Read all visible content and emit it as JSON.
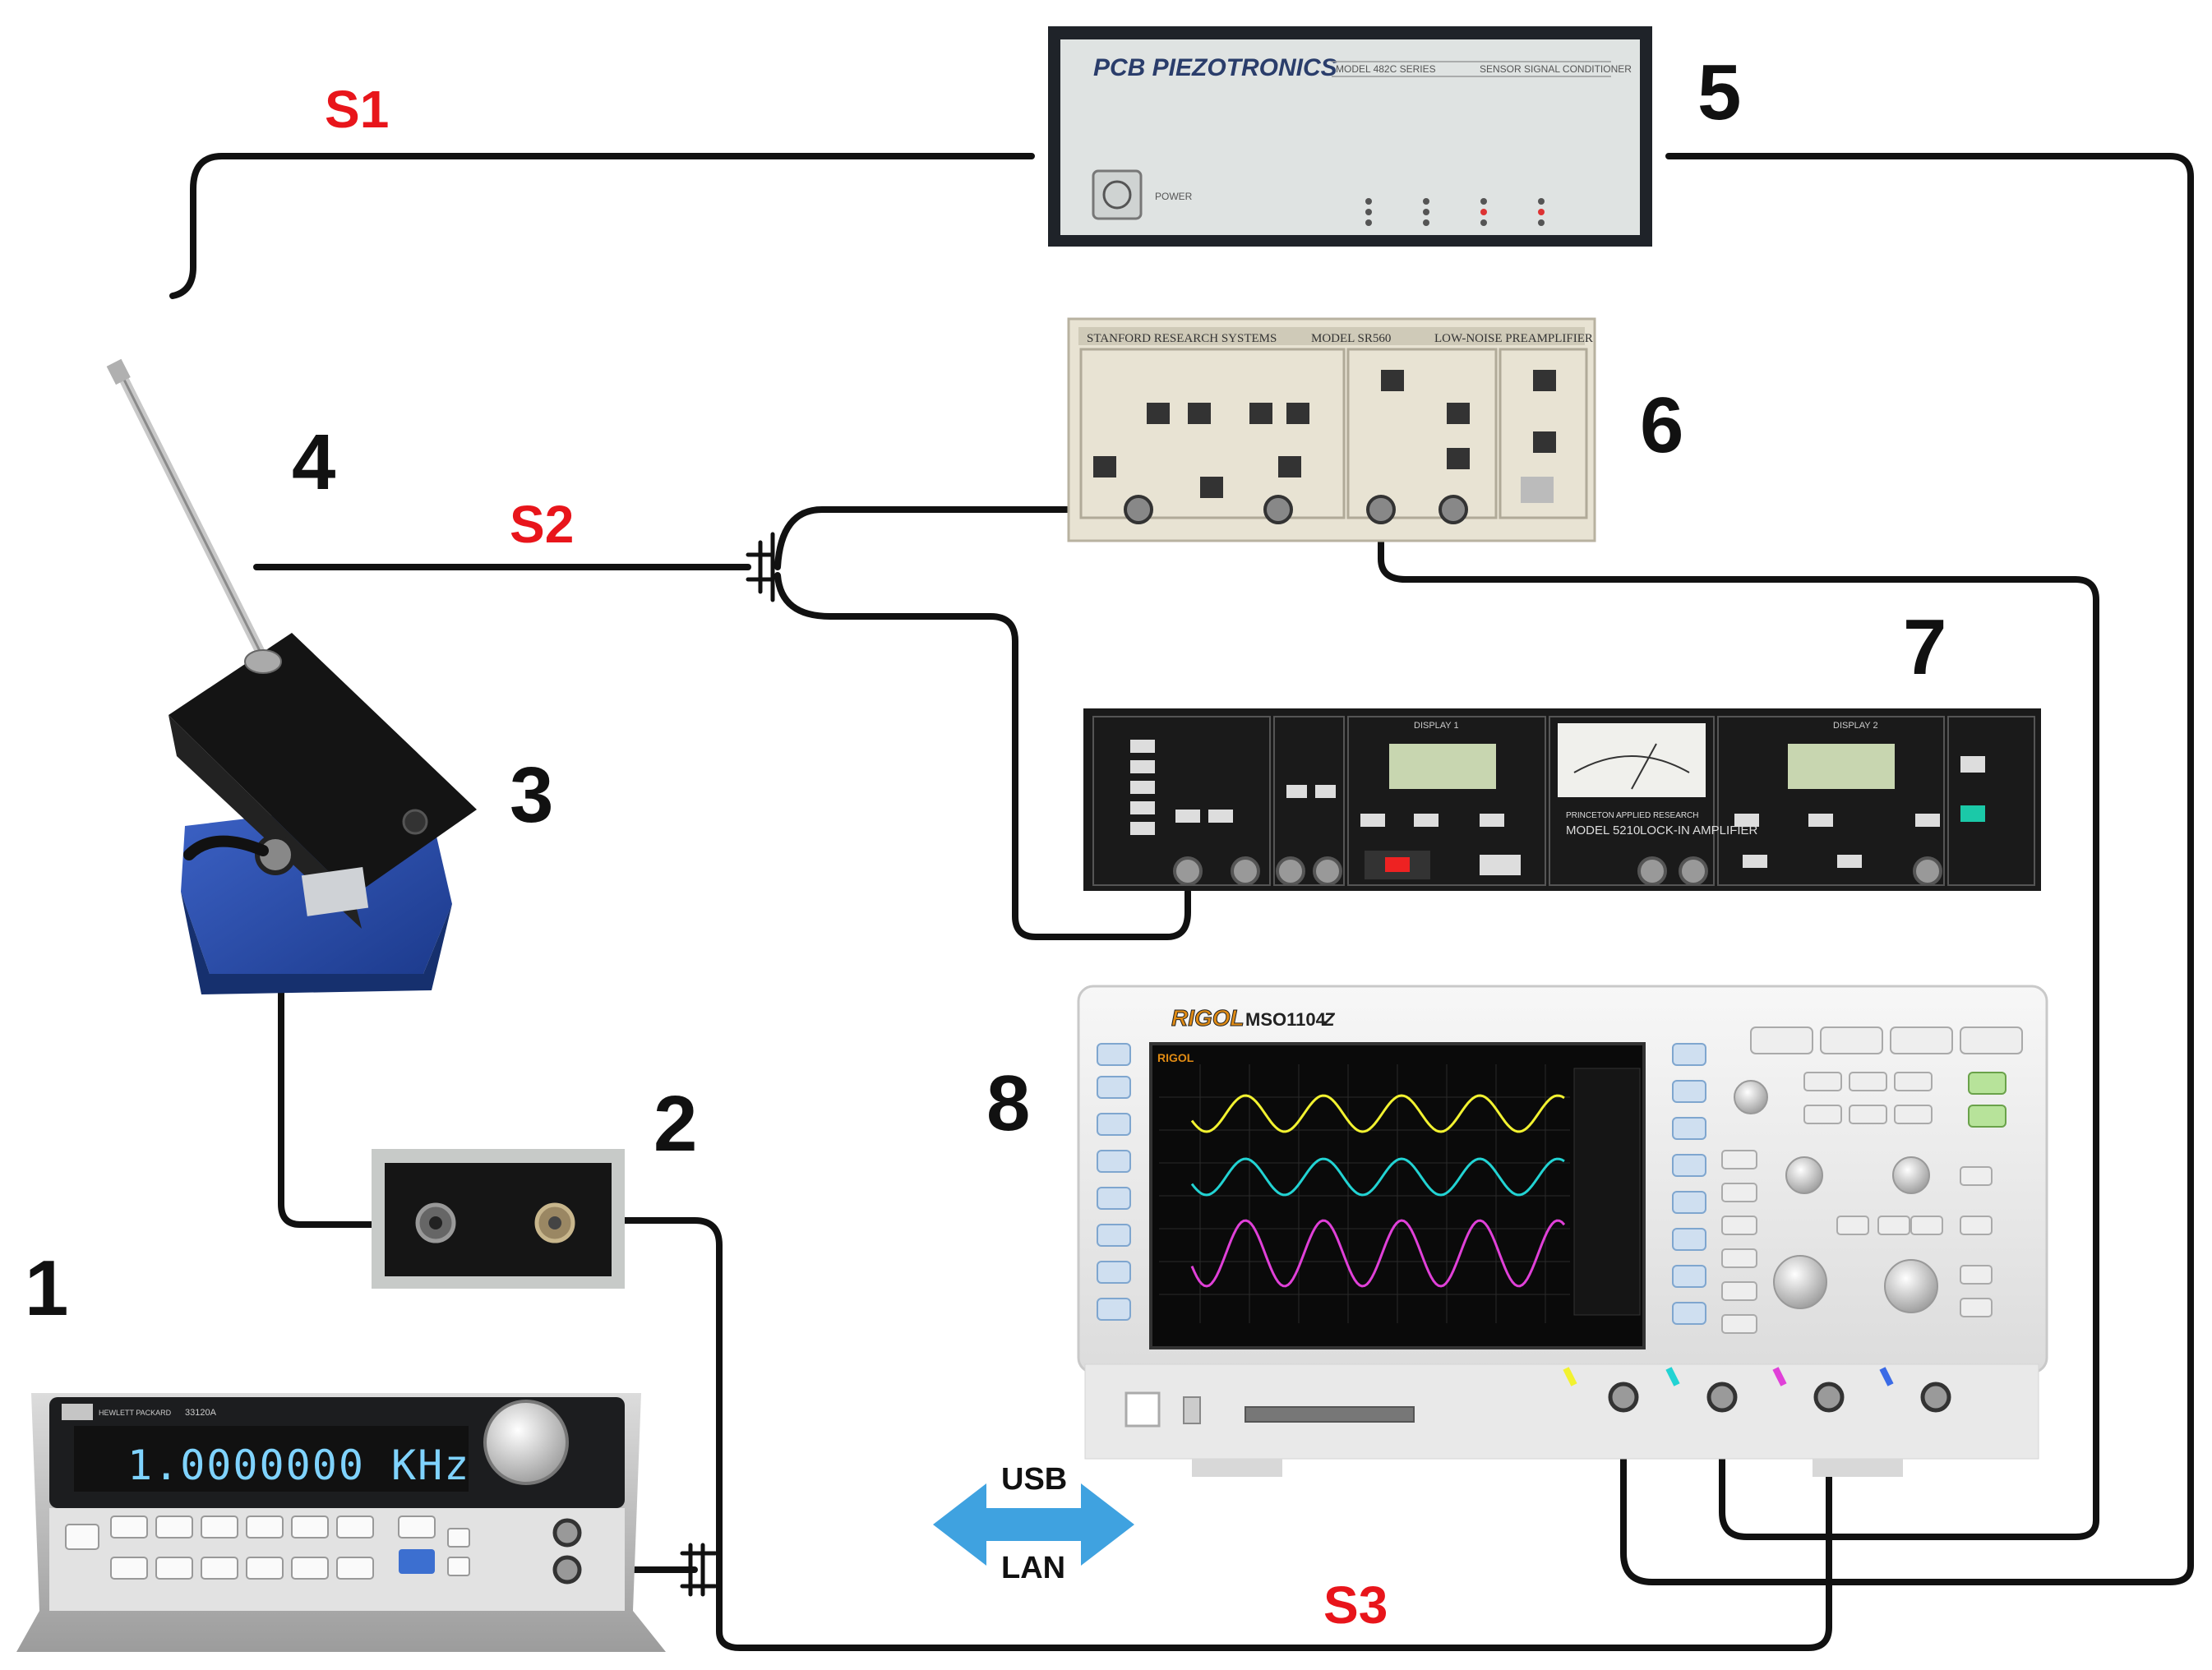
{
  "labels": {
    "n1": "1",
    "n2": "2",
    "n3": "3",
    "n4": "4",
    "n5": "5",
    "n6": "6",
    "n7": "7",
    "n8": "8",
    "s1": "S1",
    "s2": "S2",
    "s3": "S3"
  },
  "devices": {
    "signal_conditioner": {
      "brand": "PCB PIEZOTRONICS",
      "model": "MODEL 482C SERIES",
      "caption": "SENSOR SIGNAL CONDITIONER",
      "power": "POWER"
    },
    "preamplifier": {
      "brand": "STANFORD RESEARCH SYSTEMS",
      "model": "MODEL SR560",
      "caption": "LOW-NOISE PREAMPLIFIER"
    },
    "lockin": {
      "brand": "PRINCETON APPLIED RESEARCH",
      "model": "MODEL 5210",
      "caption": "LOCK-IN AMPLIFIER",
      "display1": "DISPLAY 1",
      "display2": "DISPLAY 2"
    },
    "oscilloscope": {
      "brand": "RIGOL",
      "model": "MSO1104",
      "z": "Z"
    },
    "function_generator": {
      "brand": "HEWLETT PACKARD",
      "model": "33120A",
      "display": "1.0000000 KHz"
    }
  },
  "arrow": {
    "top": "USB",
    "bottom": "LAN"
  },
  "colors": {
    "signal": "#e8151b",
    "cable": "#111111",
    "arrow": "#3fa2e0",
    "trace1": "#f2f230",
    "trace2": "#22d3d3",
    "trace3": "#e040d8"
  }
}
